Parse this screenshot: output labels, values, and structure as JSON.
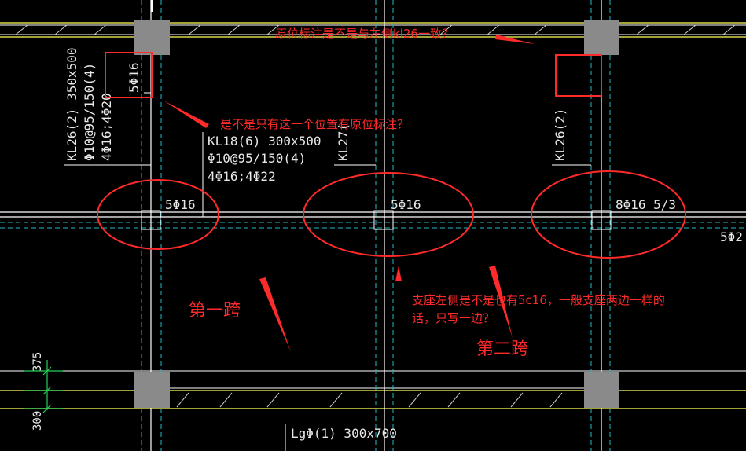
{
  "colors": {
    "background": "#000000",
    "beam_line": "#ffffff",
    "axis_dash": "#25b8c8",
    "column_fill": "#8a8a8a",
    "annotation_red": "#ff2a2a",
    "edge_yellow": "#d8d84a",
    "dimension_green": "#26d05a"
  },
  "labels": {
    "kl26_left": {
      "line1": "KL26(2) 350x500",
      "line2": "Φ10@95/150(4)",
      "line3": "4Φ16;4Φ20"
    },
    "kl26_left_top": "5Φ16",
    "kl18": {
      "line1": "KL18(6) 300x500",
      "line2": "Φ10@95/150(4)",
      "line3": "4Φ16;4Φ22"
    },
    "kl27": "KL27(",
    "kl26_right": "KL26(2)",
    "support_left": "5Φ16",
    "support_mid": "5Φ16",
    "support_right": "8Φ16 5/3",
    "edge_right": "5Φ2",
    "lg5": "LgΦ(1) 300x700",
    "dim_375": "375",
    "dim_300": "300"
  },
  "notes": {
    "q_top": "原位标注是不是与左侧kl26一致？",
    "q_mid": "是不是只有这一个位置有原位标注？",
    "q_right_line1": "支座左侧是不是也有5c16，一般支座两边一样的",
    "q_right_line2": "话，只写一边？",
    "span1": "第一跨",
    "span2": "第二跨"
  }
}
